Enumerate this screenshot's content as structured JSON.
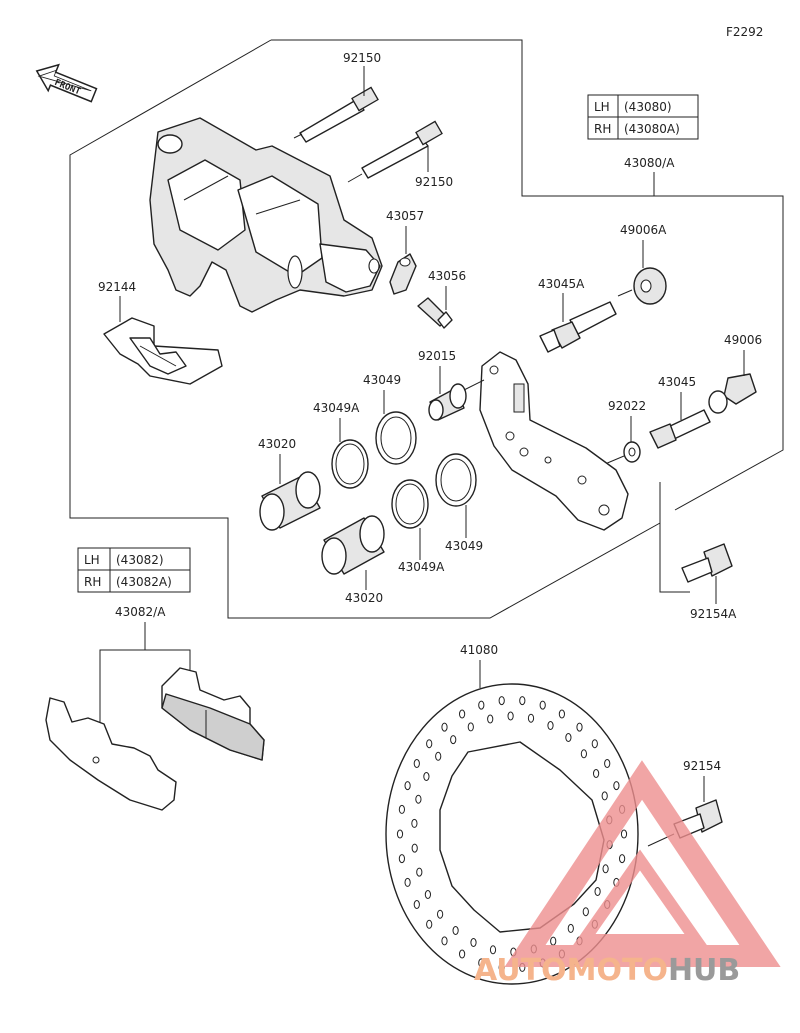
{
  "figure_code": "F2292",
  "front_label": "FRONT",
  "labels": {
    "p92150_top": "92150",
    "p92150_mid": "92150",
    "p43057": "43057",
    "p43056": "43056",
    "p92144": "92144",
    "p43080A": "43080/A",
    "p49006A": "49006A",
    "p43045A": "43045A",
    "p49006": "49006",
    "p92015": "92015",
    "p43049_a": "43049",
    "p43049A_a": "43049A",
    "p43045": "43045",
    "p92022": "92022",
    "p43020_a": "43020",
    "p43049_b": "43049",
    "p43049A_b": "43049A",
    "p43020_b": "43020",
    "p92154A": "92154A",
    "p43082A": "43082/A",
    "p41080": "41080",
    "p92154": "92154"
  },
  "table_43080": {
    "rows": [
      {
        "side": "LH",
        "code": "(43080)"
      },
      {
        "side": "RH",
        "code": "(43080A)"
      }
    ]
  },
  "table_43082": {
    "rows": [
      {
        "side": "LH",
        "code": "(43082)"
      },
      {
        "side": "RH",
        "code": "(43082A)"
      }
    ]
  },
  "watermark": {
    "part1": "AUTOMOTO",
    "part2": "HUB",
    "color1": "#f5b48c",
    "color2": "#9a9a9a",
    "triangle_color": "#ee8f8f"
  }
}
